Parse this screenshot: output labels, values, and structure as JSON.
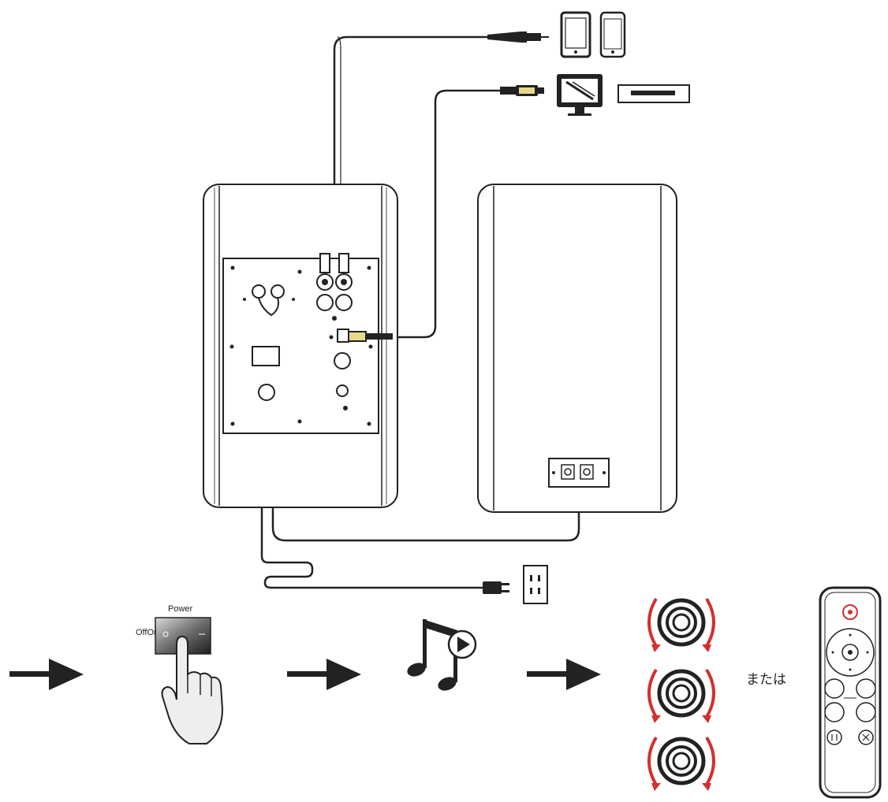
{
  "labels": {
    "power": "Power",
    "off_on": "OffOn",
    "or": "または"
  },
  "colors": {
    "line": "#222222",
    "rotation_arrow": "#d32f2f",
    "cable": "#333333"
  },
  "icons": [
    "tablet-icon",
    "phone-icon",
    "tv-icon",
    "player-icon",
    "outlet-icon",
    "hand-icon",
    "music-note-icon",
    "play-icon",
    "remote-icon"
  ]
}
